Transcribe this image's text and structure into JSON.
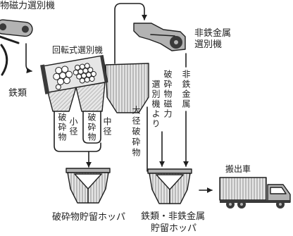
{
  "labels": {
    "magnetic_separator": "物磁力選別機",
    "ferrous": "鉄類",
    "rotary_separator": "回転式選別機",
    "nonferrous_separator": [
      "非鉄金属",
      "選別機"
    ],
    "small_crushed": [
      "小径",
      "破砕物"
    ],
    "medium_crushed": [
      "中径",
      "破砕物"
    ],
    "large_crushed": "大径破砕物",
    "from_magnetic_separator": [
      "破砕物磁力",
      "選別機より"
    ],
    "nonferrous_metal": "非鉄金属",
    "carrier_truck": "搬出車",
    "crushed_hopper": "破砕物貯留ホッパ",
    "metal_hopper": [
      "鉄類・非鉄金属",
      "貯留ホッパ"
    ]
  },
  "colors": {
    "line": "#1f1f1f",
    "machine_fill": "#b3b3b3",
    "light_fill": "#e6e6e6",
    "dark_part": "#3a3a3a",
    "stripe": "#8c8c8c"
  }
}
